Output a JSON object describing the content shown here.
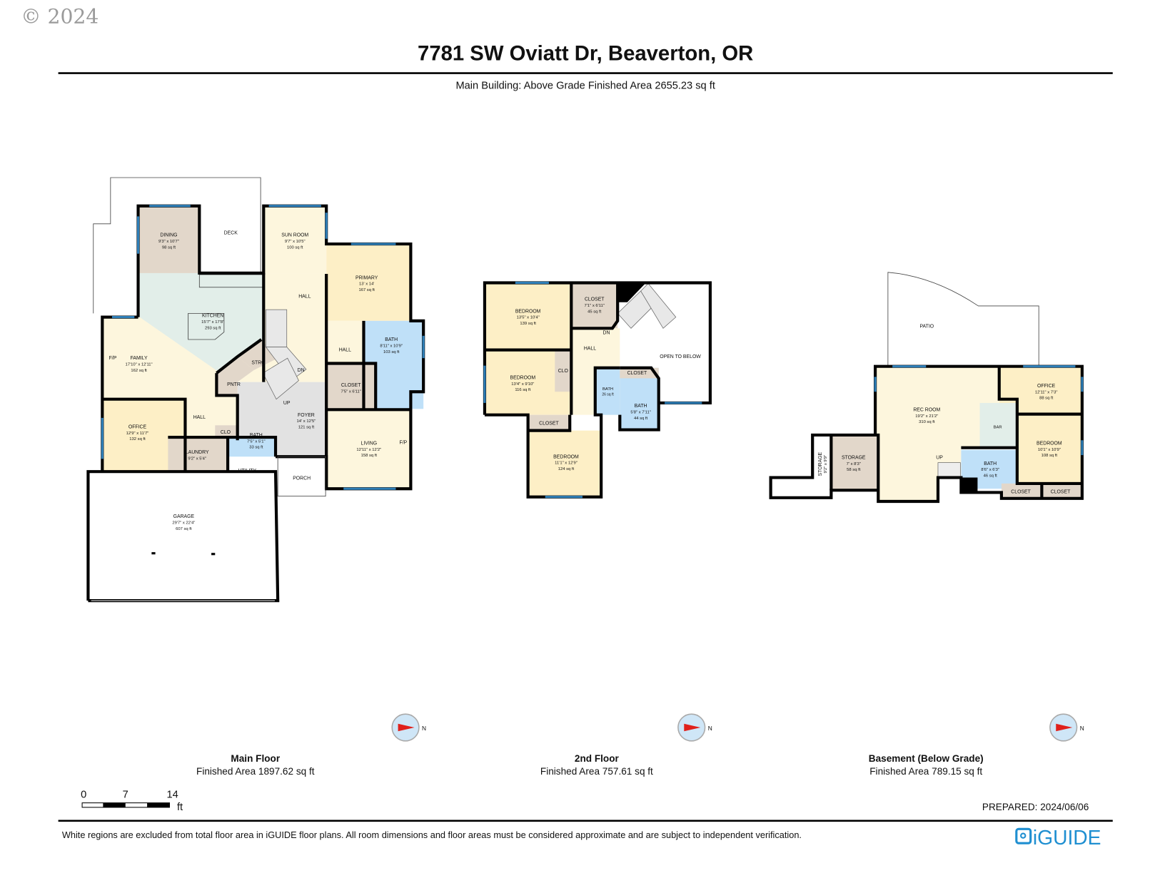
{
  "copyright": "© 2024",
  "title": "7781 SW Oviatt Dr, Beaverton, OR",
  "subtitle": "Main Building: Above Grade Finished Area 2655.23 sq ft",
  "colors": {
    "room_primary": "#fdefc6",
    "room_common": "#fdf6dd",
    "room_storage": "#e2d7ca",
    "bath": "#bfe0f8",
    "kitchen": "#e2eee9",
    "foyer": "#e2e2e2",
    "window": "#2f7fb8",
    "brand": "#1f8fd1",
    "compass_arrow": "#e0201b"
  },
  "compass_label": "N",
  "floors": [
    {
      "name": "Main Floor",
      "area": "Finished Area 1897.62 sq ft",
      "rooms": [
        {
          "name": "DINING",
          "dims": "9'3\" x 10'7\"",
          "area": "98 sq ft"
        },
        {
          "name": "DECK"
        },
        {
          "name": "SUN ROOM",
          "dims": "9'7\" x 10'5\"",
          "area": "100 sq ft"
        },
        {
          "name": "PRIMARY",
          "dims": "13' x 14'",
          "area": "167 sq ft"
        },
        {
          "name": "HALL"
        },
        {
          "name": "KITCHEN",
          "dims": "15'7\" x 17'8\"",
          "area": "293 sq ft"
        },
        {
          "name": "FAMILY",
          "dims": "17'10\" x 12'11\"",
          "area": "162 sq ft"
        },
        {
          "name": "BATH",
          "dims": "8'11\" x 10'9\"",
          "area": "103 sq ft"
        },
        {
          "name": "HALL"
        },
        {
          "name": "CLOSET",
          "dims": "7'5\" x 6'11\""
        },
        {
          "name": "STRG"
        },
        {
          "name": "PNTR"
        },
        {
          "name": "FOYER",
          "dims": "14' x 12'5\"",
          "area": "121 sq ft"
        },
        {
          "name": "HALL"
        },
        {
          "name": "OFFICE",
          "dims": "12'9\" x 11'7\"",
          "area": "132 sq ft"
        },
        {
          "name": "CLO"
        },
        {
          "name": "BATH",
          "dims": "7'5\" x 5'1\"",
          "area": "33 sq ft"
        },
        {
          "name": "LAUNDRY",
          "dims": "9'2\" x 5'4\""
        },
        {
          "name": "UTILITY"
        },
        {
          "name": "LIVING",
          "dims": "12'11\" x 12'2\"",
          "area": "158 sq ft"
        },
        {
          "name": "PORCH"
        },
        {
          "name": "GARAGE",
          "dims": "29'7\" x 22'4\"",
          "area": "607 sq ft"
        }
      ],
      "labels": {
        "fp": "F/P",
        "dn": "DN",
        "up": "UP"
      }
    },
    {
      "name": "2nd Floor",
      "area": "Finished Area 757.61 sq ft",
      "rooms": [
        {
          "name": "BEDROOM",
          "dims": "13'5\" x 10'4\"",
          "area": "139 sq ft"
        },
        {
          "name": "CLOSET",
          "dims": "7'1\" x 6'11\"",
          "area": "45 sq ft"
        },
        {
          "name": "BEDROOM",
          "dims": "13'4\" x 9'10\"",
          "area": "116 sq ft"
        },
        {
          "name": "CLO"
        },
        {
          "name": "HALL"
        },
        {
          "name": "BATH",
          "area": "26 sq ft"
        },
        {
          "name": "CLOSET"
        },
        {
          "name": "BATH",
          "dims": "5'8\" x 7'11\"",
          "area": "44 sq ft"
        },
        {
          "name": "OPEN TO BELOW"
        },
        {
          "name": "CLOSET"
        },
        {
          "name": "BEDROOM",
          "dims": "11'1\" x 12'9\"",
          "area": "124 sq ft"
        }
      ],
      "labels": {
        "dn": "DN"
      }
    },
    {
      "name": "Basement (Below Grade)",
      "area": "Finished Area 789.15 sq ft",
      "rooms": [
        {
          "name": "PATIO"
        },
        {
          "name": "REC ROOM",
          "dims": "19'2\" x 21'2\"",
          "area": "310 sq ft"
        },
        {
          "name": "OFFICE",
          "dims": "12'11\" x 7'3\"",
          "area": "88 sq ft"
        },
        {
          "name": "BAR"
        },
        {
          "name": "BEDROOM",
          "dims": "10'1\" x 10'9\"",
          "area": "108 sq ft"
        },
        {
          "name": "BATH",
          "dims": "8'6\" x 6'3\"",
          "area": "46 sq ft"
        },
        {
          "name": "STORAGE",
          "dims": "7' x 8'3\"",
          "area": "58 sq ft"
        },
        {
          "name": "STORAGE",
          "dims": "9'2\" x 9'9\""
        },
        {
          "name": "CLOSET"
        },
        {
          "name": "CLOSET"
        }
      ],
      "labels": {
        "up": "UP"
      }
    }
  ],
  "scale": {
    "ticks": [
      "0",
      "7",
      "14"
    ],
    "unit": "ft"
  },
  "prepared": "PREPARED: 2024/06/06",
  "disclaimer": "White regions are excluded from total floor area in iGUIDE floor plans. All room dimensions and floor areas must be considered approximate and are subject to independent verification.",
  "brand": "iGUIDE"
}
